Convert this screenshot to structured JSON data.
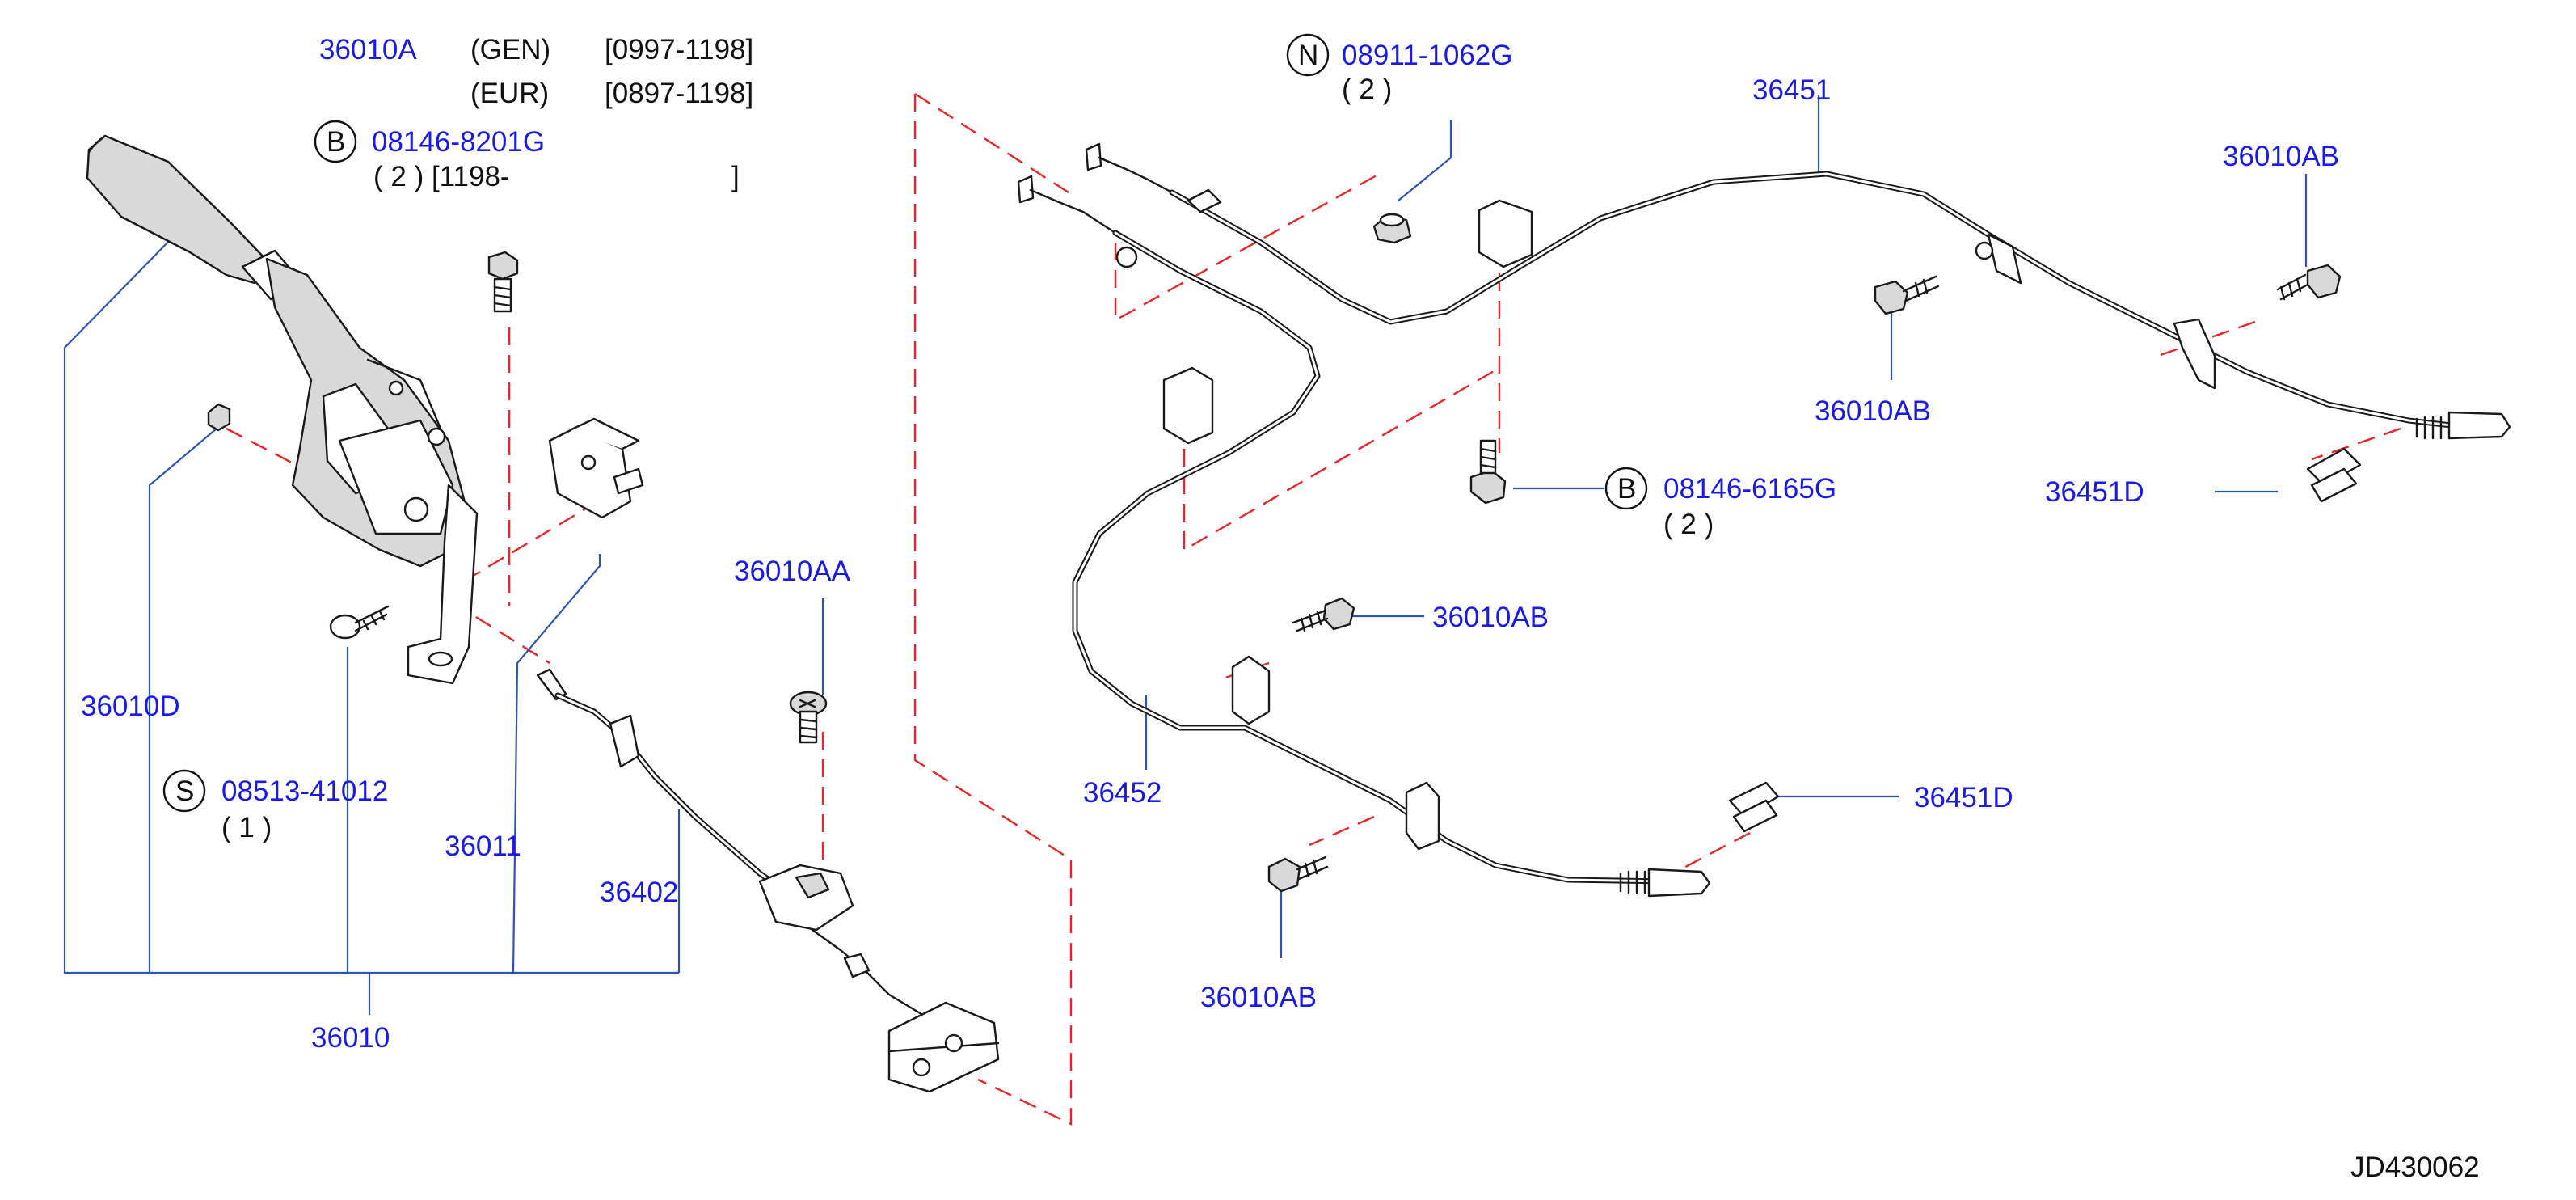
{
  "diagram_id": "JD430062",
  "callouts": {
    "p36010A": "36010A",
    "gen_label": "(GEN)",
    "gen_range": "[0997-1198]",
    "eur_label": "(EUR)",
    "eur_range": "[0897-1198]",
    "b_symbol_1": "B",
    "p08146_8201G": "08146-8201G",
    "qty_8201G": "( 2 ) [1198-",
    "bracket_close_8201G": "]",
    "p36010D": "36010D",
    "s_symbol": "S",
    "p08513_41012": "08513-41012",
    "qty_41012": "( 1 )",
    "p36011": "36011",
    "p36402": "36402",
    "p36010": "36010",
    "p36010AA": "36010AA",
    "n_symbol": "N",
    "p08911_1062G": "08911-1062G",
    "qty_1062G": "( 2 )",
    "p36451": "36451",
    "p36010AB_top": "36010AB",
    "p36010AB_mid": "36010AB",
    "p36451D_right": "36451D",
    "b_symbol_2": "B",
    "p08146_6165G": "08146-6165G",
    "qty_6165G": "( 2 )",
    "p36010AB_bolt": "36010AB",
    "p36452": "36452",
    "p36451D_lower": "36451D",
    "p36010AB_bottom": "36010AB"
  }
}
